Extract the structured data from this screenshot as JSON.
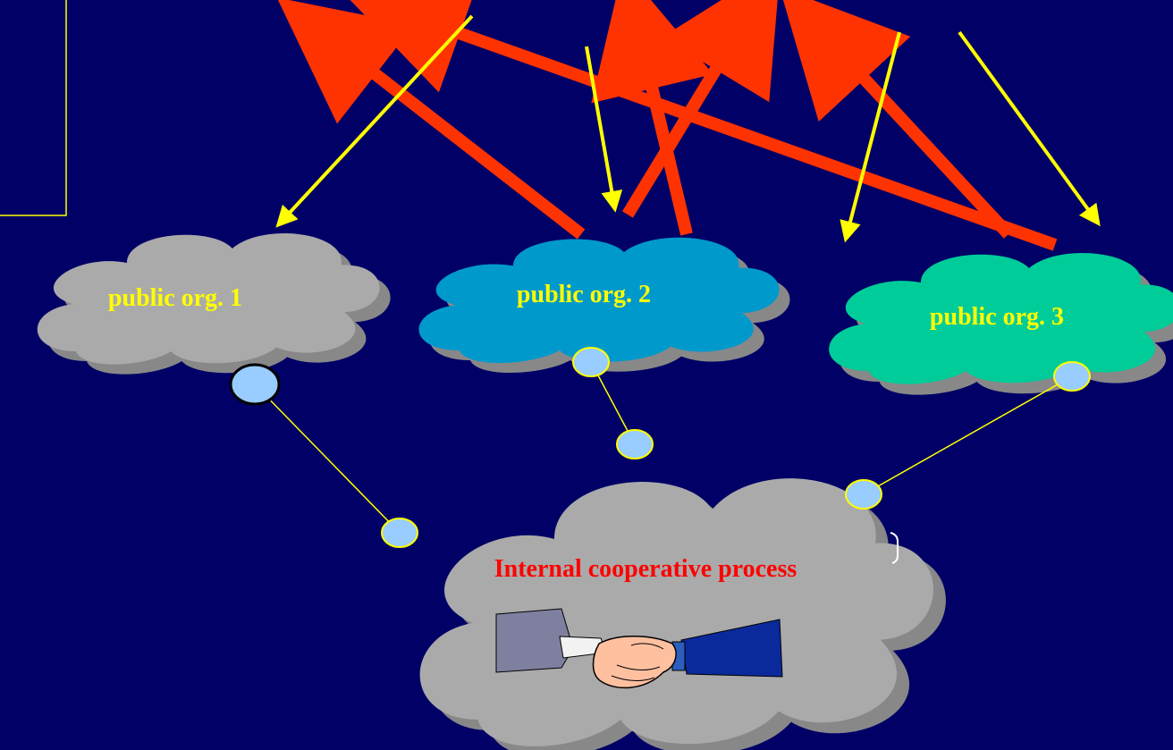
{
  "background": "#000066",
  "clouds": [
    {
      "id": "org1",
      "label": "public org. 1",
      "fill": "#aaaaaa",
      "text_color": "#ffff00"
    },
    {
      "id": "org2",
      "label": "public org. 2",
      "fill": "#0099cc",
      "text_color": "#ffff00"
    },
    {
      "id": "org3",
      "label": "public org. 3",
      "fill": "#00cc99",
      "text_color": "#ffff00"
    },
    {
      "id": "internal",
      "label": "Internal cooperative process",
      "fill": "#aaaaaa",
      "text_color": "#ff0000",
      "illustration": "handshake-icon"
    }
  ],
  "colors": {
    "cloud_shadow": "#888888",
    "red_arrow": "#ff3300",
    "yellow_arrow": "#ffff00",
    "connector_line": "#ffff00",
    "node_fill": "#99ccff",
    "frame_line": "#ffff00"
  }
}
